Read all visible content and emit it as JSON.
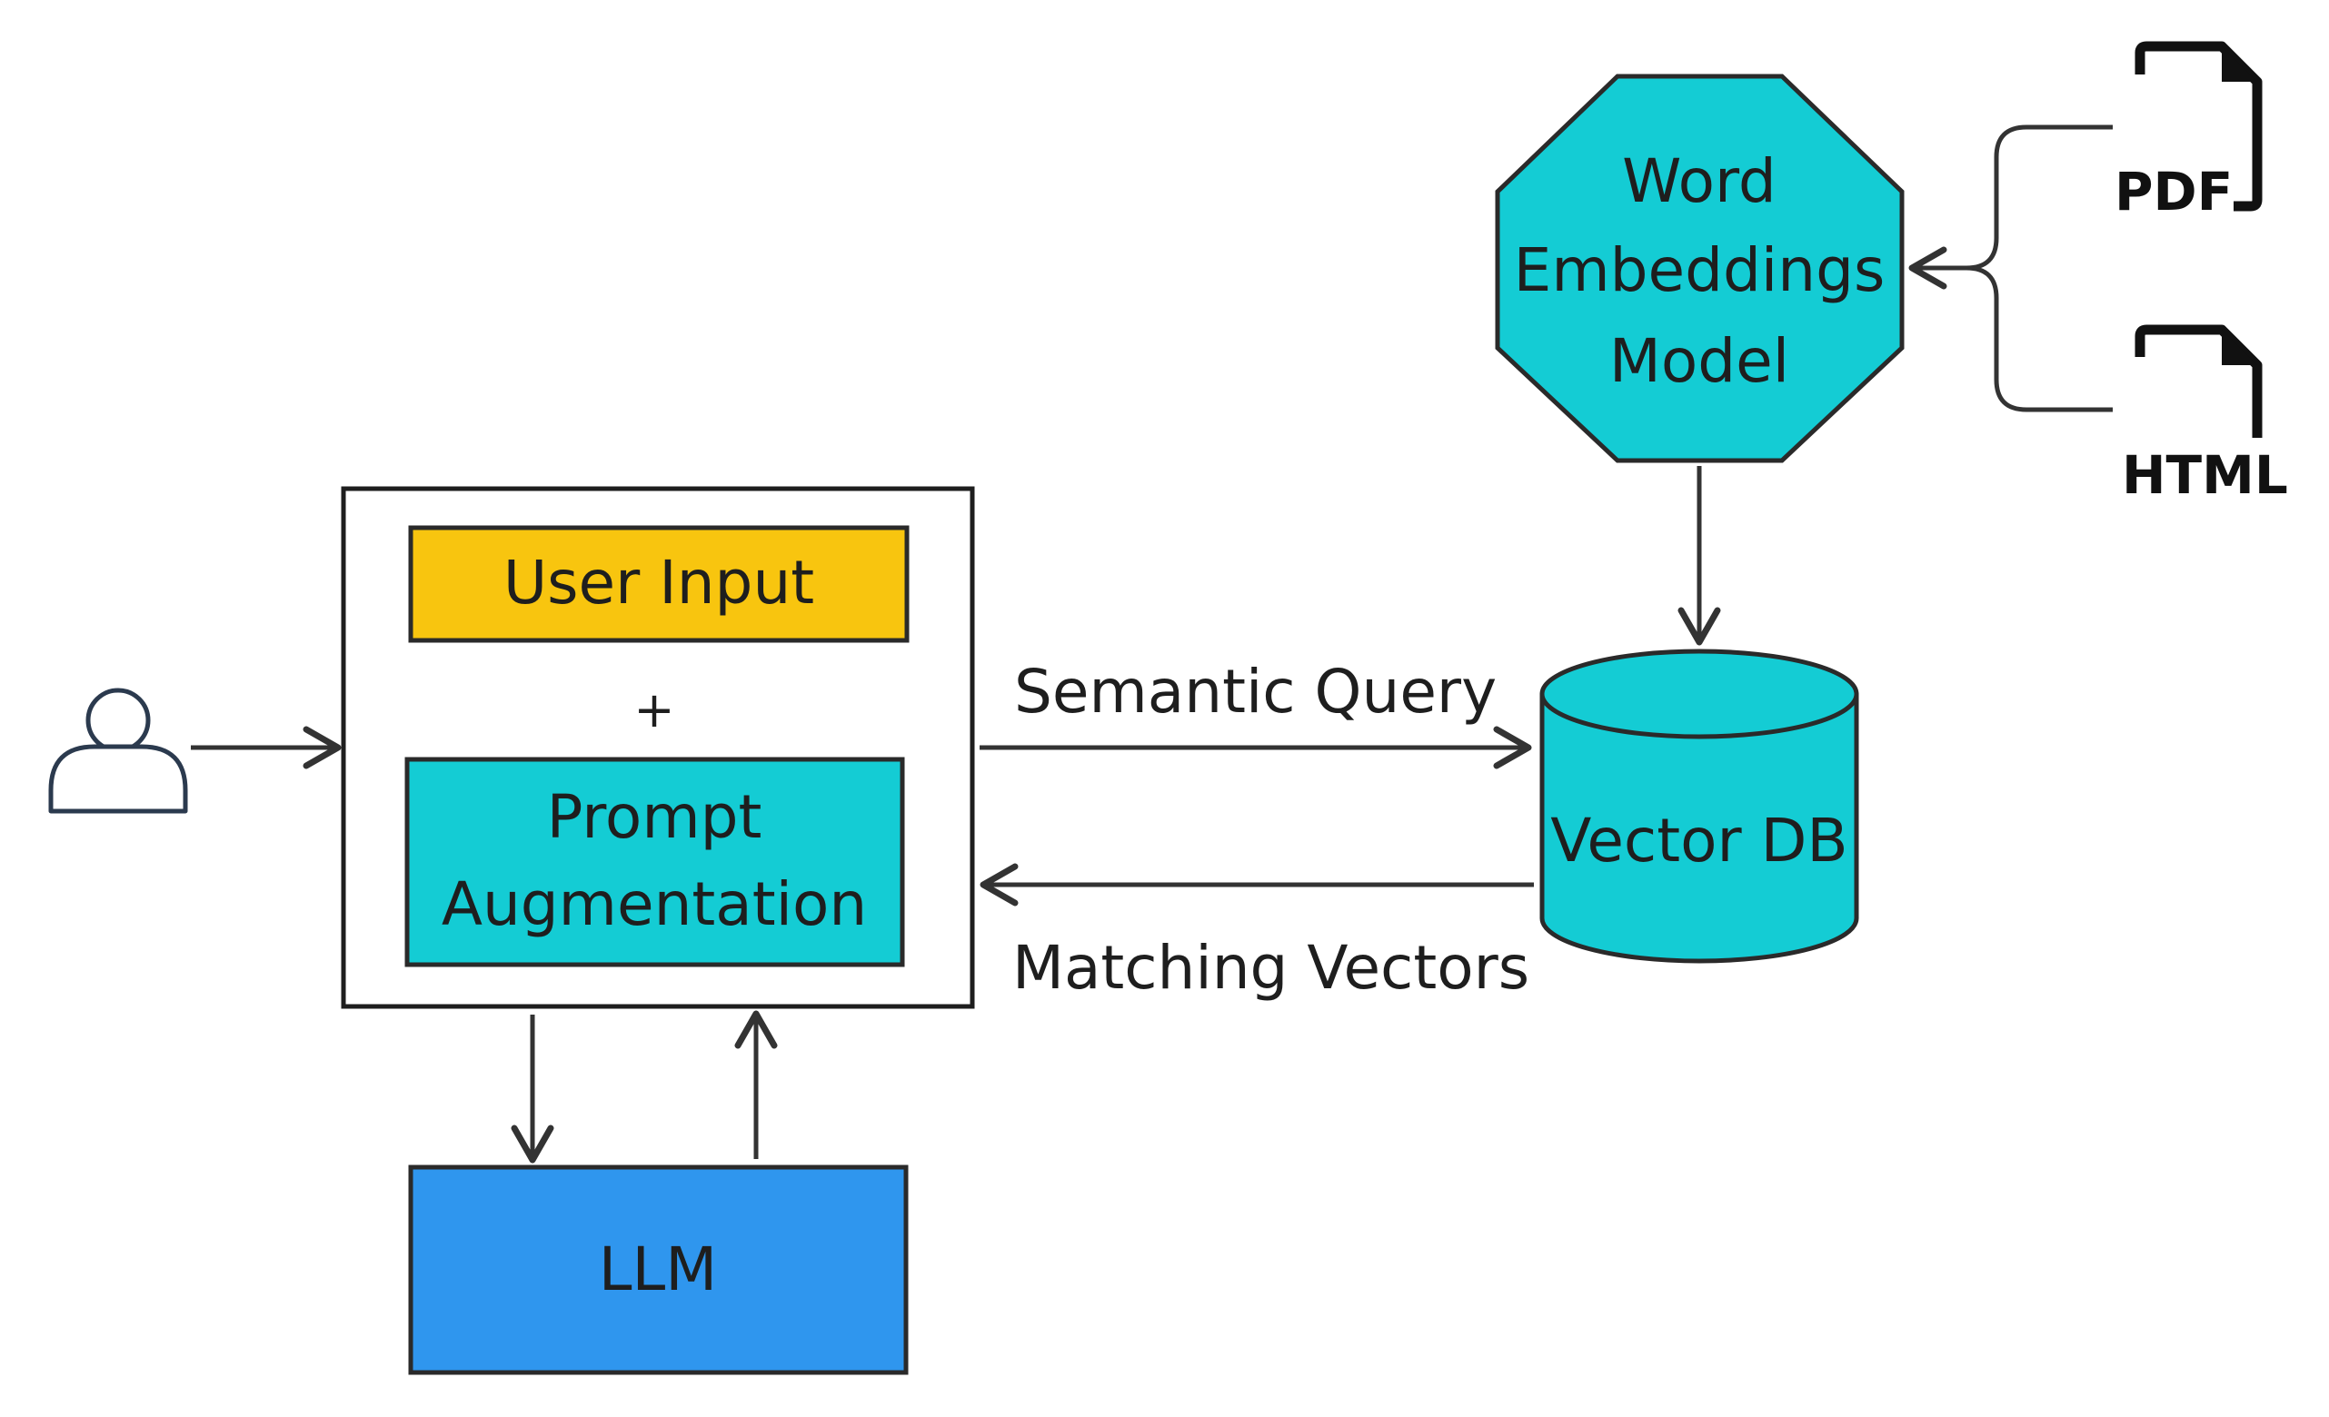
{
  "colors": {
    "teal": "#14CCD4",
    "yellow": "#F8C50F",
    "blue": "#2F96EE",
    "stroke": "#2a2a2a",
    "arrow": "#333333",
    "user_icon": "#2b3a4e"
  },
  "nodes": {
    "user_input": "User Input",
    "plus": "+",
    "prompt_aug_line1": "Prompt",
    "prompt_aug_line2": "Augmentation",
    "llm": "LLM",
    "vector_db": "Vector DB",
    "embed_line1": "Word",
    "embed_line2": "Embeddings",
    "embed_line3": "Model",
    "pdf": "PDF",
    "html": "HTML"
  },
  "edges": {
    "semantic_query": "Semantic Query",
    "matching_vectors": "Matching Vectors"
  },
  "icons": {
    "user": "user-icon",
    "pdf": "pdf-file-icon",
    "html": "html-file-icon"
  }
}
